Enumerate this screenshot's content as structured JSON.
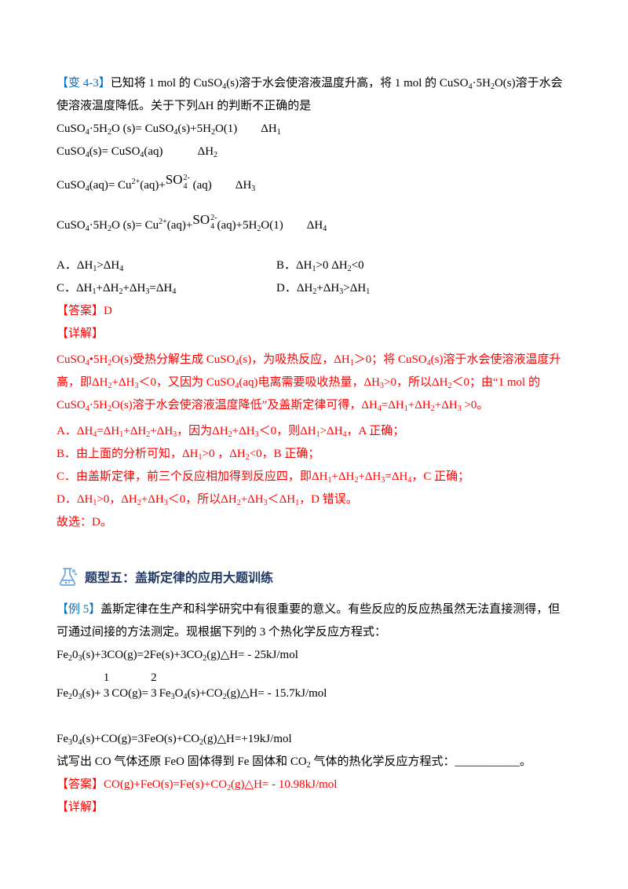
{
  "colors": {
    "label_blue": "#0070c0",
    "answer_red": "#ff0000",
    "heading": "#1f3864",
    "icon": "#6fa8dc"
  },
  "block1": {
    "label": "【变 4-3】",
    "stem": [
      "已知将 1 mol 的 CuSO",
      {
        "s": "4"
      },
      "(s)溶于水会使溶液温度升高，将 1 mol 的 CuSO",
      {
        "s": "4"
      },
      "·5H",
      {
        "s": "2"
      },
      "O(s)溶于水会使溶液温度降低。关于下列ΔH 的判断不正确的是"
    ],
    "equations": [
      {
        "lhs": [
          "CuSO",
          {
            "s": "4"
          },
          "·5H",
          {
            "s": "2"
          },
          "O (s)= CuSO",
          {
            "s": "4"
          },
          "(s)+5H",
          {
            "s": "2"
          },
          "O(1)"
        ],
        "dh": [
          "ΔH",
          {
            "s": "1"
          }
        ]
      },
      {
        "lhs": [
          "CuSO",
          {
            "s": "4"
          },
          "(s)= CuSO",
          {
            "s": "4"
          },
          "(aq)"
        ],
        "dh": [
          "ΔH",
          {
            "s": "2"
          }
        ]
      },
      {
        "lhs": [
          "CuSO",
          {
            "s": "4"
          },
          "(aq)= Cu",
          {
            "p": "2+"
          },
          "(aq)+",
          {
            "ion": [
              "SO",
              "2-",
              "4"
            ]
          },
          " (aq)"
        ],
        "dh": [
          "ΔH",
          {
            "s": "3"
          }
        ]
      },
      {
        "lhs": [
          "CuSO",
          {
            "s": "4"
          },
          "·5H",
          {
            "s": "2"
          },
          "O (s)= Cu",
          {
            "p": "2+"
          },
          "(aq)+",
          {
            "ion": [
              "SO",
              "2-",
              "4"
            ]
          },
          "(aq)+5H",
          {
            "s": "2"
          },
          "O(1)"
        ],
        "dh": [
          "ΔH",
          {
            "s": "4"
          }
        ]
      }
    ],
    "options": [
      [
        "A．ΔH",
        {
          "s": "1"
        },
        ">ΔH",
        {
          "s": "4"
        }
      ],
      [
        "B．ΔH",
        {
          "s": "1"
        },
        ">0  ΔH",
        {
          "s": "2"
        },
        "<0"
      ],
      [
        "C．ΔH",
        {
          "s": "1"
        },
        "+ΔH",
        {
          "s": "2"
        },
        "+ΔH",
        {
          "s": "3"
        },
        "=ΔH",
        {
          "s": "4"
        }
      ],
      [
        "D．ΔH",
        {
          "s": "2"
        },
        "+ΔH",
        {
          "s": "3"
        },
        ">ΔH",
        {
          "s": "1"
        }
      ]
    ],
    "answer_label": "【答案】",
    "answer": "D",
    "detail_label": "【详解】",
    "detail": [
      [
        "CuSO",
        {
          "s": "4"
        },
        "•5H",
        {
          "s": "2"
        },
        "O(s)受热分解生成 CuSO",
        {
          "s": "4"
        },
        "(s)，为吸热反应，ΔH",
        {
          "s": "1"
        },
        "＞0；将 CuSO",
        {
          "s": "4"
        },
        "(s)溶于水会使溶液温度升高，即ΔH",
        {
          "s": "2"
        },
        "+ΔH",
        {
          "s": "3"
        },
        "＜0，又因为 CuSO",
        {
          "s": "4"
        },
        "(aq)电离需要吸收热量，ΔH",
        {
          "s": "3"
        },
        ">0，所以ΔH",
        {
          "s": "2"
        },
        "＜0；由“1 mol 的 CuSO",
        {
          "s": "4"
        },
        "·5H",
        {
          "s": "2"
        },
        "O(s)溶于水会使溶液温度降低”及盖斯定律可得，ΔH",
        {
          "s": "4"
        },
        "=ΔH",
        {
          "s": "1"
        },
        "+ΔH",
        {
          "s": "2"
        },
        "+ΔH",
        {
          "s": "3"
        },
        " >0。"
      ],
      [
        "A．ΔH",
        {
          "s": "4"
        },
        "=ΔH",
        {
          "s": "1"
        },
        "+ΔH",
        {
          "s": "2"
        },
        "+ΔH",
        {
          "s": "3"
        },
        "，因为ΔH",
        {
          "s": "2"
        },
        "+ΔH",
        {
          "s": "3"
        },
        "＜0，则ΔH",
        {
          "s": "1"
        },
        ">ΔH",
        {
          "s": "4"
        },
        "，A 正确；"
      ],
      [
        "B．由上面的分析可知，ΔH",
        {
          "s": "1"
        },
        ">0 ，ΔH",
        {
          "s": "2"
        },
        "<0，B 正确；"
      ],
      [
        "C．由盖斯定律，前三个反应相加得到反应四，即ΔH",
        {
          "s": "1"
        },
        "+ΔH",
        {
          "s": "2"
        },
        "+ΔH",
        {
          "s": "3"
        },
        "=ΔH",
        {
          "s": "4"
        },
        "，C 正确；"
      ],
      [
        "D．ΔH",
        {
          "s": "1"
        },
        ">0，ΔH",
        {
          "s": "2"
        },
        "+ΔH",
        {
          "s": "3"
        },
        "＜0，所以ΔH",
        {
          "s": "2"
        },
        "+ΔH",
        {
          "s": "3"
        },
        "＜ΔH",
        {
          "s": "1"
        },
        "，D 错误。"
      ],
      [
        "故选：D。"
      ]
    ]
  },
  "section": {
    "icon": "flask-icon",
    "title": "题型五：盖斯定律的应用大题训练"
  },
  "block2": {
    "label": "【例 5】",
    "stem": "盖斯定律在生产和科学研究中有很重要的意义。有些反应的反应热虽然无法直接测得，但可通过间接的方法测定。现根据下列的 3 个热化学反应方程式：",
    "equations": [
      [
        "Fe",
        {
          "s": "2"
        },
        "0",
        {
          "s": "3"
        },
        "(s)+3CO(g)=2Fe(s)+3CO",
        {
          "s": "2"
        },
        "(g)△H= - 25kJ/mol"
      ],
      [
        "Fe",
        {
          "s": "2"
        },
        "0",
        {
          "s": "3"
        },
        "(s)+",
        {
          "frac": [
            "1",
            "3"
          ]
        },
        "CO(g)=",
        {
          "frac": [
            "2",
            "3"
          ]
        },
        "Fe",
        {
          "s": "3"
        },
        "O",
        {
          "s": "4"
        },
        "(s)+CO",
        {
          "s": "2"
        },
        "(g)△H= - 15.7kJ/mol"
      ],
      [
        "Fe",
        {
          "s": "3"
        },
        "0",
        {
          "s": "4"
        },
        "(s)+CO(g)=3FeO(s)+CO",
        {
          "s": "2"
        },
        "(g)△H=+19kJ/mol"
      ]
    ],
    "question": [
      "试写出 CO 气体还原 FeO 固体得到 Fe 固体和 CO",
      {
        "s": "2"
      },
      " 气体的热化学反应方程式：___________。"
    ],
    "answer_label": "【答案】",
    "answer": [
      "CO(g)+FeO(s)=Fe(s)+CO",
      {
        "s": "2"
      },
      "(g)△H= - 10.98kJ/mol"
    ],
    "detail_label": "【详解】"
  }
}
